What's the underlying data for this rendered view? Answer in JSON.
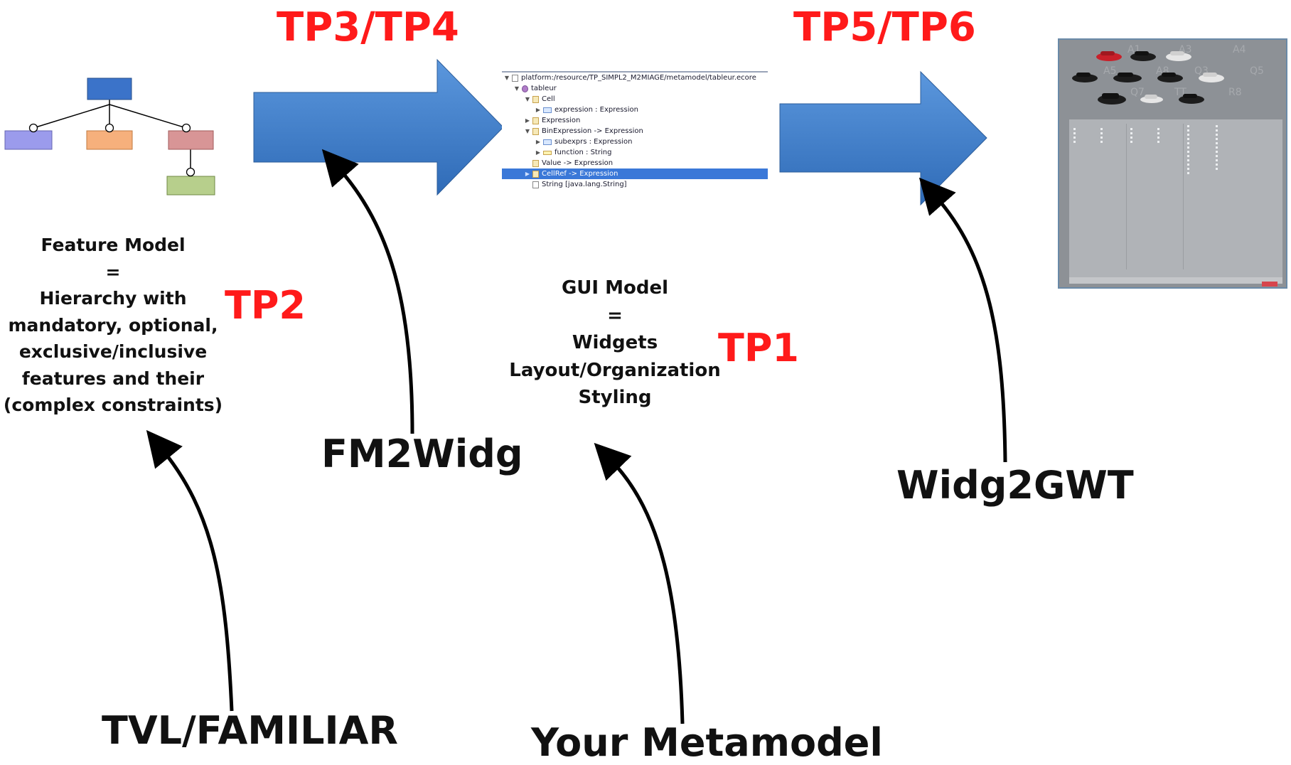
{
  "tp_labels": {
    "tp3_tp4": "TP3/TP4",
    "tp5_tp6": "TP5/TP6",
    "tp2": "TP2",
    "tp1": "TP1"
  },
  "feature_model": {
    "lines": [
      "Feature Model",
      "=",
      "Hierarchy with",
      "mandatory, optional,",
      "exclusive/inclusive",
      "features and their",
      "(complex constraints)"
    ],
    "colors": {
      "root": "#3b73c9",
      "child1": "#9b9bec",
      "child2": "#f6b07c",
      "child3": "#d89596",
      "grandchild": "#b7cf8c"
    }
  },
  "gui_model": {
    "lines": [
      "GUI Model",
      "=",
      "Widgets",
      "Layout/Organization",
      "Styling"
    ]
  },
  "sources": {
    "tvl_familiar": "TVL/FAMILIAR",
    "fm2widg": "FM2Widg",
    "your_metamodel": "Your Metamodel",
    "widg2gwt": "Widg2GWT"
  },
  "ecore_tree": {
    "rows": [
      {
        "text": "platform:/resource/TP_SIMPL2_M2MIAGE/metamodel/tableur.ecore",
        "icon": "ecore-file-icon",
        "twisty": "▼"
      },
      {
        "text": "tableur",
        "icon": "epackage-icon",
        "twisty": "▼"
      },
      {
        "text": "Cell",
        "icon": "eclass-icon",
        "twisty": "▼"
      },
      {
        "text": "expression : Expression",
        "icon": "ereference-icon",
        "twisty": "▶"
      },
      {
        "text": "Expression",
        "icon": "eclass-icon",
        "twisty": "▶"
      },
      {
        "text": "BinExpression -> Expression",
        "icon": "eclass-icon",
        "twisty": "▼"
      },
      {
        "text": "subexprs : Expression",
        "icon": "ereference-icon",
        "twisty": "▶"
      },
      {
        "text": "function : String",
        "icon": "eattribute-icon",
        "twisty": "▶"
      },
      {
        "text": "Value -> Expression",
        "icon": "eclass-icon",
        "twisty": ""
      },
      {
        "text": "CellRef -> Expression",
        "icon": "eclass-icon",
        "twisty": "▶",
        "selected": true
      },
      {
        "text": "String [java.lang.String]",
        "icon": "edatatype-icon",
        "twisty": ""
      }
    ]
  },
  "gwt_screenshot": {
    "model_labels": [
      "A1",
      "A3",
      "A4",
      "A5",
      "A8",
      "Q3",
      "Q5",
      "Q7",
      "TT",
      "R8"
    ]
  },
  "colors": {
    "arrow_fill": "#4a86cc",
    "tp_red": "#ff1a1a",
    "selection_blue": "#3a78d8"
  }
}
